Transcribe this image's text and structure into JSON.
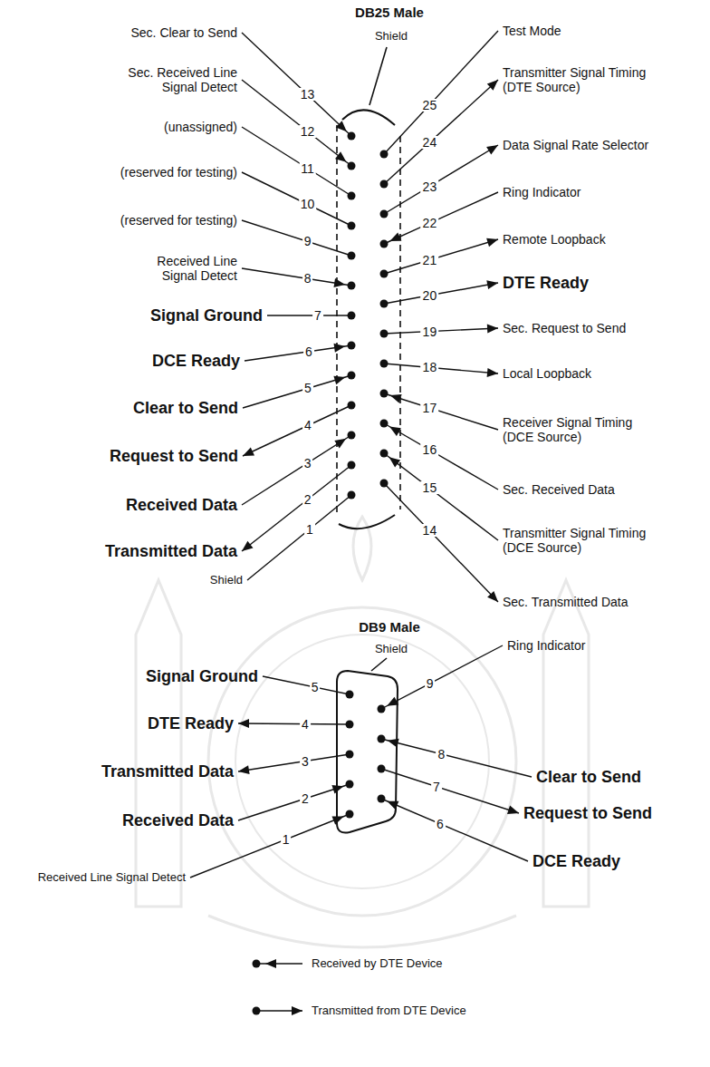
{
  "diagram": {
    "labels": [
      "DB25 Male",
      "Shield",
      "Sec. Clear to Send",
      "13",
      "Sec. Received Line Signal Detect",
      "12",
      "(unassigned)",
      "11",
      "(reserved for testing)",
      "10",
      "(reserved for testing)",
      "9",
      "Received Line Signal Detect",
      "8",
      "Signal Ground",
      "7",
      "DCE Ready",
      "6",
      "Clear to Send",
      "5",
      "Request to Send",
      "4",
      "Received Data",
      "3",
      "Transmitted Data",
      "2",
      "Shield",
      "1",
      "Test Mode",
      "25",
      "Transmitter Signal Timing (DTE Source)",
      "24",
      "Data Signal Rate Selector",
      "23",
      "Ring Indicator",
      "22",
      "Remote Loopback",
      "21",
      "DTE Ready",
      "20",
      "Sec. Request to Send",
      "19",
      "Local Loopback",
      "18",
      "Receiver Signal Timing (DCE Source)",
      "17",
      "Sec. Received Data",
      "16",
      "Transmitter Signal Timing (DCE Source)",
      "15",
      "Sec. Transmitted Data",
      "14",
      "DB9 Male",
      "Shield",
      "Signal Ground",
      "5",
      "DTE Ready",
      "4",
      "Transmitted Data",
      "3",
      "Received Data",
      "2",
      "Received Line Signal Detect",
      "1",
      "Ring Indicator",
      "9",
      "Clear to Send",
      "8",
      "Request to Send",
      "7",
      "DCE Ready",
      "6"
    ],
    "legend": [
      {
        "text": "Received by DTE Device"
      },
      {
        "text": "Transmitted from DTE Device"
      }
    ]
  }
}
